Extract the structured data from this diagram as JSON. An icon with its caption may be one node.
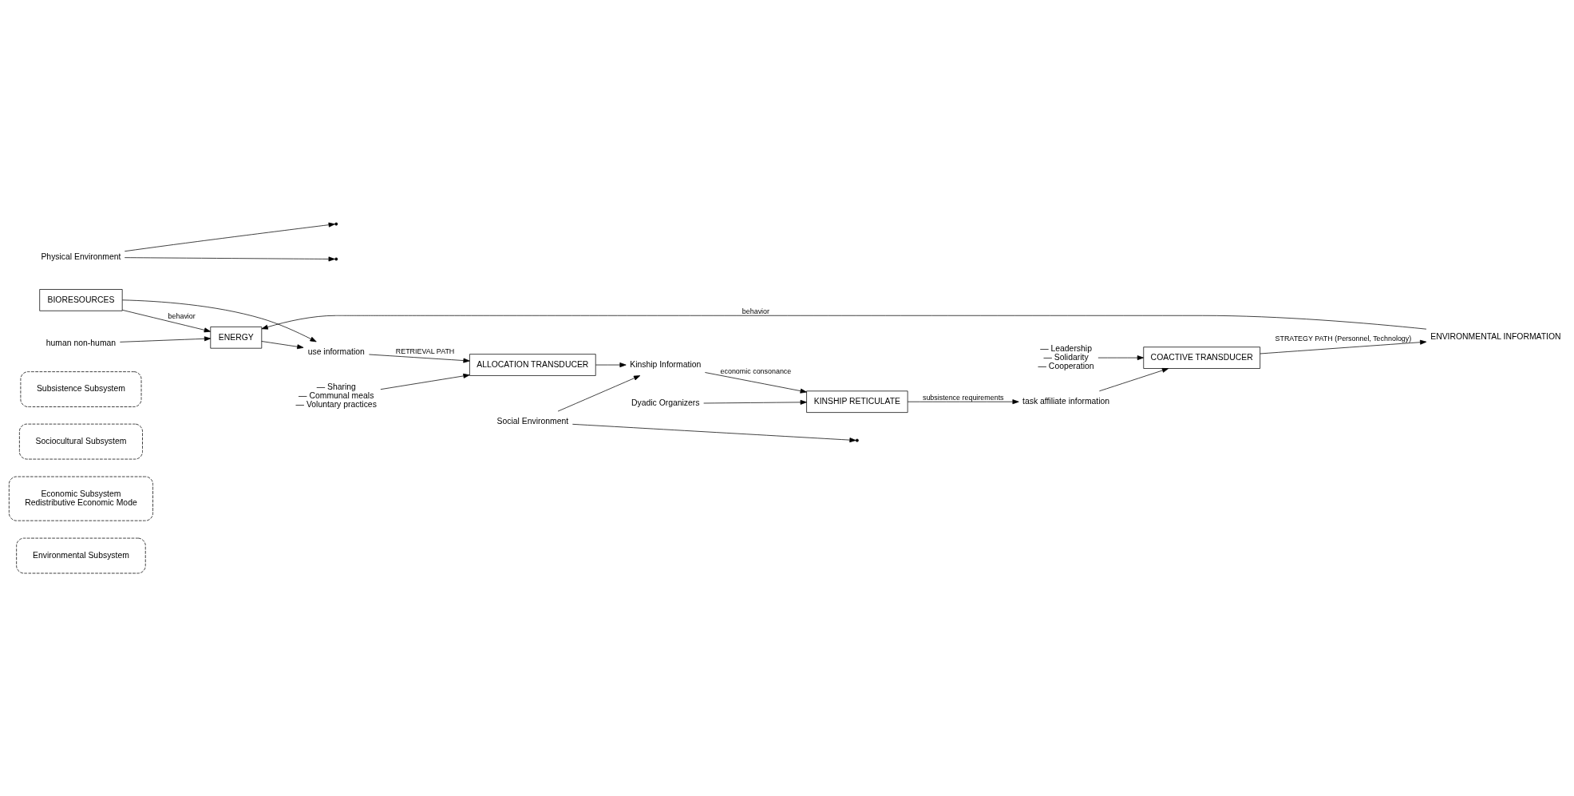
{
  "diagram": {
    "nodes": [
      {
        "text": [
          "Environmental Subsystem"
        ]
      },
      {
        "text": [
          "Economic Subsystem",
          "Redistributive Economic Mode"
        ]
      },
      {
        "text": [
          "Sociocultural Subsystem"
        ]
      },
      {
        "text": [
          "Subsistence Subsystem"
        ]
      },
      {
        "text": [
          "BIORESOURCES"
        ]
      },
      {
        "text": [
          "ENERGY"
        ]
      },
      {
        "text": [
          "ENVIRONMENTAL INFORMATION"
        ]
      },
      {
        "text": [
          "Physical Environment"
        ]
      },
      {
        "text": [
          "human non-human"
        ]
      },
      {
        "text": [
          "use information"
        ]
      },
      {
        "text": [
          "ALLOCATION TRANSDUCER"
        ]
      },
      {
        "text": [
          "— Sharing",
          "— Communal meals",
          "— Voluntary practices"
        ]
      },
      {
        "text": [
          "Kinship Information"
        ]
      },
      {
        "text": [
          "KINSHIP RETICULATE"
        ]
      },
      {
        "text": [
          "Dyadic Organizers"
        ]
      },
      {
        "text": [
          "Social Environment"
        ]
      },
      {
        "text": [
          "COACTIVE TRANSDUCER"
        ]
      },
      {
        "text": [
          "task affiliate information"
        ]
      },
      {
        "text": [
          "— Leadership",
          "— Solidarity",
          "— Cooperation"
        ]
      }
    ],
    "edges": [
      {
        "from": 7,
        "to": null,
        "arrow": "to"
      },
      {
        "from": 7,
        "to": null,
        "arrow": "to"
      },
      {
        "from": 4,
        "to": 5,
        "arrow": "to",
        "label": "behavior"
      },
      {
        "from": 6,
        "to": 5,
        "arrow": "to",
        "label": "behavior"
      },
      {
        "from": 8,
        "to": 5,
        "arrow": "to"
      },
      {
        "from": 4,
        "to": 9,
        "arrow": "to"
      },
      {
        "from": 5,
        "to": 9,
        "arrow": "to"
      },
      {
        "from": 9,
        "to": 10,
        "arrow": "to",
        "label": "RETRIEVAL PATH"
      },
      {
        "from": 11,
        "to": 10,
        "arrow": "to"
      },
      {
        "from": 10,
        "to": 12,
        "arrow": "to"
      },
      {
        "from": 12,
        "to": 13,
        "arrow": "to",
        "label": "economic consonance"
      },
      {
        "from": 14,
        "to": 13,
        "arrow": "to"
      },
      {
        "from": 15,
        "to": 12,
        "arrow": "to"
      },
      {
        "from": 15,
        "to": null,
        "arrow": "to"
      },
      {
        "from": 13,
        "to": 17,
        "arrow": "to",
        "label": "subsistence requirements"
      },
      {
        "from": 17,
        "to": 16,
        "arrow": "to"
      },
      {
        "from": 18,
        "to": 16,
        "arrow": "to"
      },
      {
        "from": 16,
        "to": 6,
        "arrow": "to",
        "label": "STRATEGY PATH (Personnel, Technology)"
      }
    ]
  }
}
